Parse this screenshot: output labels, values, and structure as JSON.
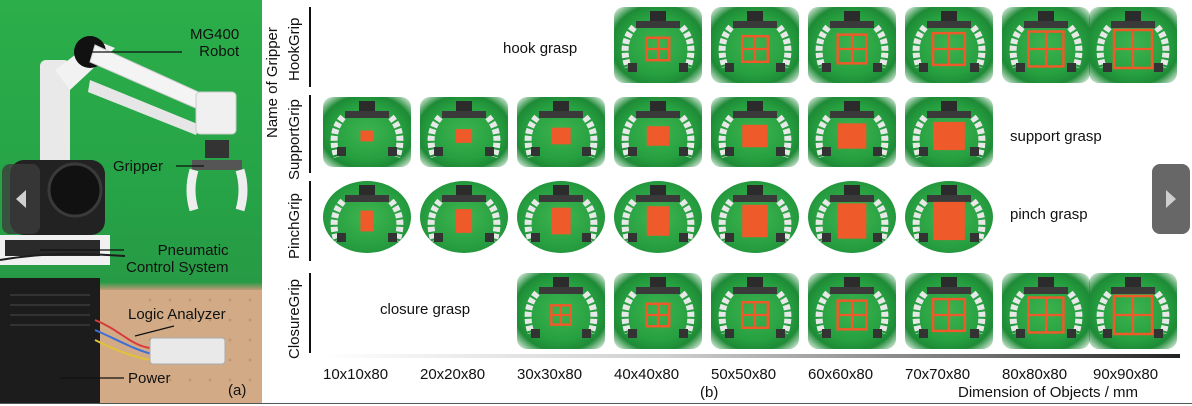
{
  "panel_a": {
    "callouts": {
      "robot_line1": "MG400",
      "robot_line2": "Robot",
      "gripper": "Gripper",
      "pneumatic_line1": "Pneumatic",
      "pneumatic_line2": "Control System",
      "logic_analyzer": "Logic Analyzer",
      "power": "Power"
    },
    "sub_label": "(a)"
  },
  "panel_b": {
    "header": "Name of Gripper",
    "rows": [
      {
        "name": "HookGrip",
        "grasp": "hook grasp",
        "columns": [
          3,
          4,
          5,
          6,
          7,
          8
        ]
      },
      {
        "name": "SupportGrip",
        "grasp": "support grasp",
        "columns": [
          0,
          1,
          2,
          3,
          4,
          5,
          6
        ]
      },
      {
        "name": "PinchGrip",
        "grasp": "pinch grasp",
        "columns": [
          0,
          1,
          2,
          3,
          4,
          5,
          6
        ]
      },
      {
        "name": "ClosureGrip",
        "grasp": "closure grasp",
        "columns": [
          2,
          3,
          4,
          5,
          6,
          7,
          8
        ]
      }
    ],
    "dimensions": [
      "10x10x80",
      "20x20x80",
      "30x30x80",
      "40x40x80",
      "50x50x80",
      "60x60x80",
      "70x70x80",
      "80x80x80",
      "90x90x80"
    ],
    "axis_title": "Dimension of Objects / mm",
    "sub_label": "(b)"
  },
  "navigation": {
    "prev_icon": "chevron-left-icon",
    "next_icon": "chevron-right-icon"
  },
  "colors": {
    "green_screen": "#26a447",
    "object_orange": "#ee5a2a",
    "nav_bg": "#3c3c3c"
  }
}
